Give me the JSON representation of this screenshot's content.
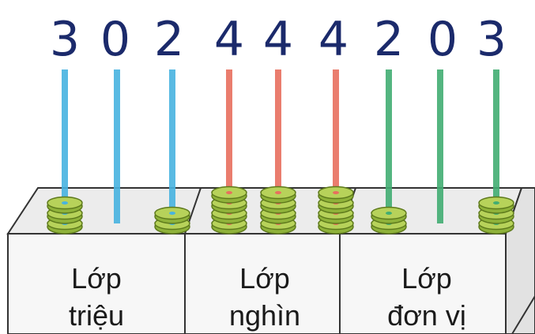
{
  "number_digits": [
    "3",
    "0",
    "2",
    "4",
    "4",
    "4",
    "2",
    "0",
    "3"
  ],
  "classes": [
    {
      "line1": "Lớp",
      "line2": "triệu",
      "rod_color": "#47b3e0"
    },
    {
      "line1": "Lớp",
      "line2": "nghìn",
      "rod_color": "#e86f5e"
    },
    {
      "line1": "Lớp",
      "line2": "đơn vị",
      "rod_color": "#41ad72"
    }
  ],
  "rods": [
    {
      "beads": 3,
      "class_index": 0
    },
    {
      "beads": 0,
      "class_index": 0
    },
    {
      "beads": 2,
      "class_index": 0
    },
    {
      "beads": 4,
      "class_index": 1
    },
    {
      "beads": 4,
      "class_index": 1
    },
    {
      "beads": 4,
      "class_index": 1
    },
    {
      "beads": 2,
      "class_index": 2
    },
    {
      "beads": 0,
      "class_index": 2
    },
    {
      "beads": 3,
      "class_index": 2
    }
  ],
  "colors": {
    "bead_fill": "#b7d25a",
    "bead_edge": "#5e7a1c",
    "bead_shade": "#8fb23a",
    "digit_color": "#1b2a6b",
    "box_top": "#ececec",
    "box_front": "#f7f7f7",
    "box_line": "#333333"
  }
}
